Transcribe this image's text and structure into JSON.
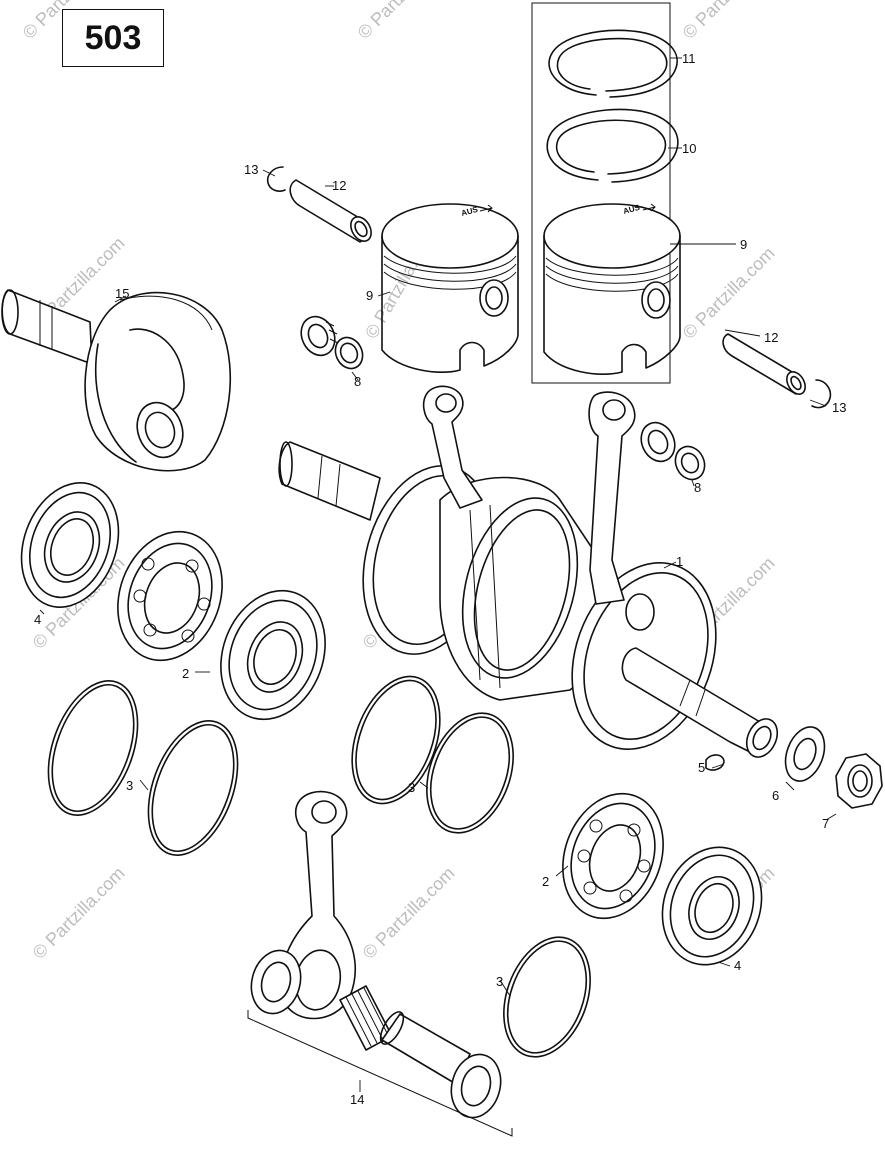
{
  "diagram": {
    "code": "503",
    "watermark": "© Partzilla.com",
    "stamp": "AUS",
    "callouts": {
      "c1": "1",
      "c2a": "2",
      "c2b": "2",
      "c3a": "3",
      "c3b": "3",
      "c3c": "3",
      "c4a": "4",
      "c4b": "4",
      "c5": "5",
      "c6": "6",
      "c7": "7",
      "c8a": "8",
      "c8b": "8",
      "c9a": "9",
      "c9b": "9",
      "c10": "10",
      "c11": "11",
      "c12a": "12",
      "c12b": "12",
      "c13a": "13",
      "c13b": "13",
      "c14": "14",
      "c15": "15"
    }
  }
}
